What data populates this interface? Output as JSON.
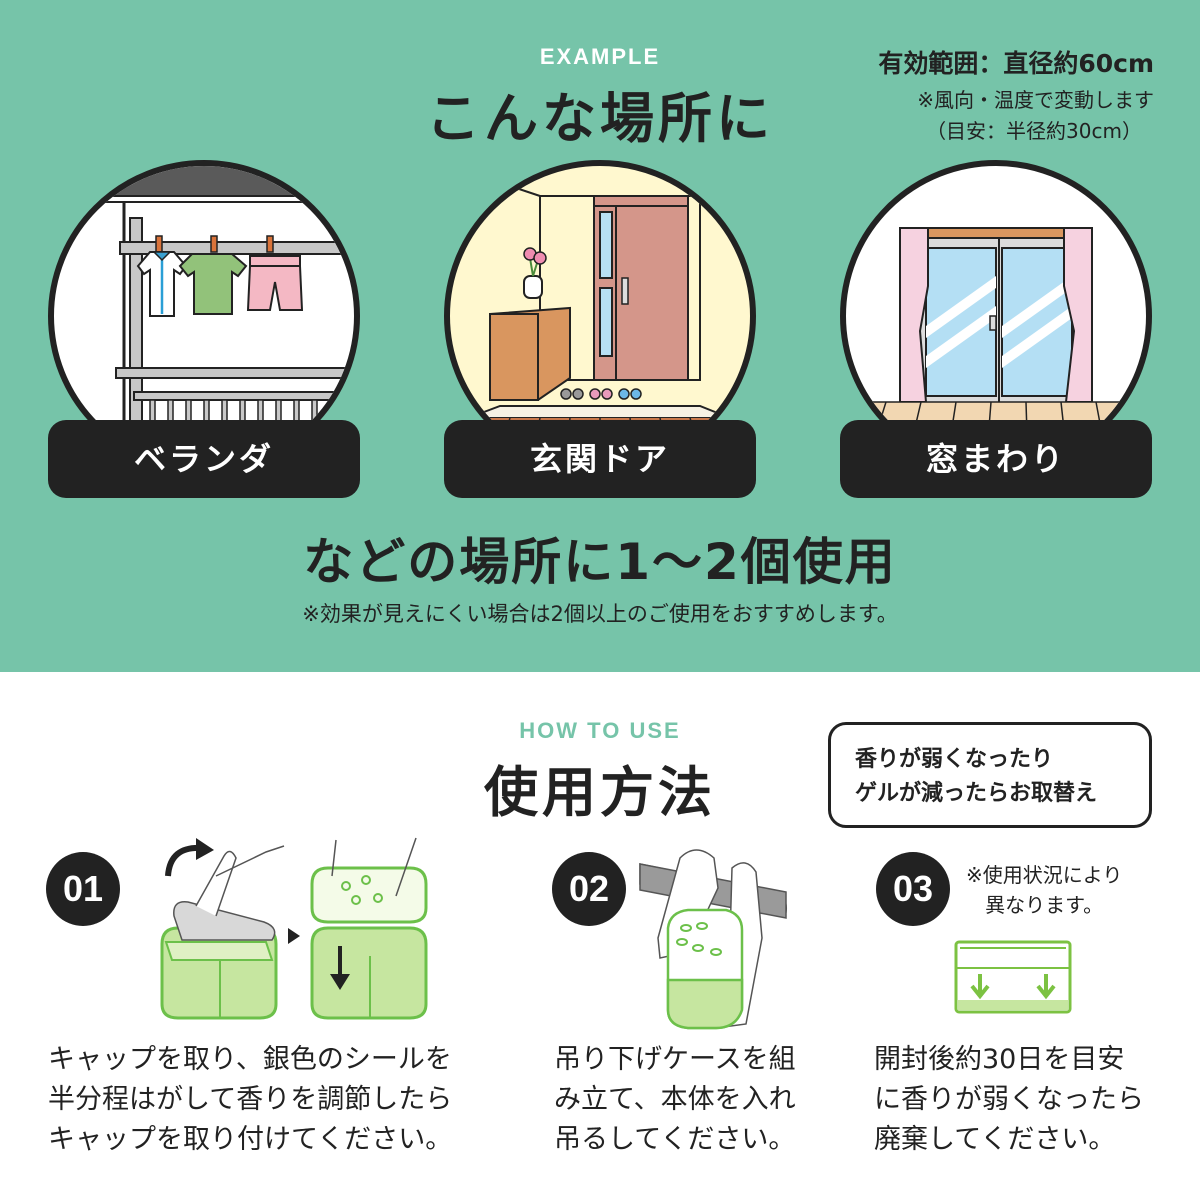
{
  "example": {
    "eyebrow": "EXAMPLE",
    "title": "こんな場所に",
    "range": {
      "line1": "有効範囲：直径約60cm",
      "line2": "※風向・温度で変動します",
      "line3": "（目安：半径約30cm）"
    },
    "places": [
      {
        "label": "ベランダ",
        "icon": "balcony-laundry-illustration"
      },
      {
        "label": "玄関ドア",
        "icon": "entrance-door-illustration"
      },
      {
        "label": "窓まわり",
        "icon": "window-curtain-illustration"
      }
    ],
    "usage": "などの場所に1～2個使用",
    "usage_note": "※効果が見えにくい場合は2個以上のご使用をおすすめします。"
  },
  "how_to_use": {
    "eyebrow": "HOW TO USE",
    "title": "使用方法",
    "notice": {
      "line1": "香りが弱くなったり",
      "line2": "ゲルが減ったらお取替え"
    },
    "steps": [
      {
        "number": "01",
        "lines": [
          "キャップを取り、銀色のシールを",
          "半分程はがして香りを調節したら",
          "キャップを取り付けてください。"
        ]
      },
      {
        "number": "02",
        "lines": [
          "吊り下げケースを組",
          "み立て、本体を入れ",
          "吊るしてください。"
        ]
      },
      {
        "number": "03",
        "note": [
          "※使用状況により",
          "異なります。"
        ],
        "lines": [
          "開封後約30日を目安",
          "に香りが弱くなったら",
          "廃棄してください。"
        ]
      }
    ]
  },
  "colors": {
    "accent_green": "#76c4a9",
    "dark": "#222222",
    "product_green": "#7cc242"
  }
}
